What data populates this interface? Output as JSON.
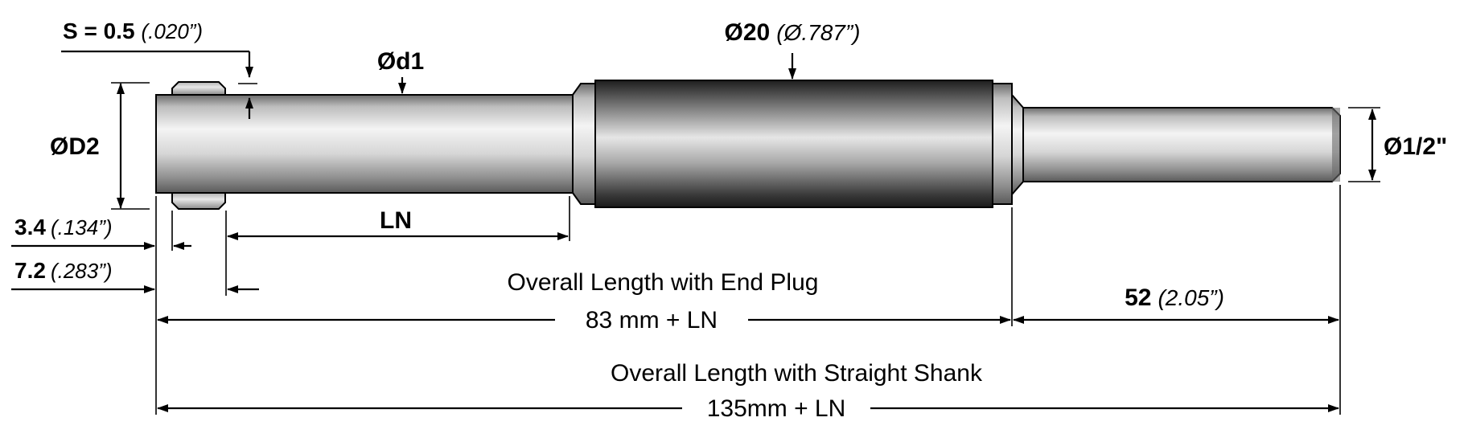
{
  "labels": {
    "s_value": "S = 0.5",
    "s_inch": "(.020”)",
    "d1": "Ød1",
    "d20": "Ø20",
    "d20_inch": "(Ø.787”)",
    "D2": "ØD2",
    "shank_dia": "Ø1/2\"",
    "ln": "LN",
    "dim_34": "3.4",
    "dim_34_inch": "(.134”)",
    "dim_72": "7.2",
    "dim_72_inch": "(.283”)",
    "end_plug_title": "Overall Length with End Plug",
    "end_plug_value": "83 mm + LN",
    "shank_len": "52",
    "shank_len_inch": "(2.05”)",
    "straight_title": "Overall Length with Straight Shank",
    "straight_value": "135mm + LN"
  },
  "colors": {
    "line": "#000000",
    "shaft_light": "#f2f2f2",
    "shaft_dark": "#5a5a5a",
    "body_dark": "#2b2b2b",
    "background": "#ffffff"
  }
}
